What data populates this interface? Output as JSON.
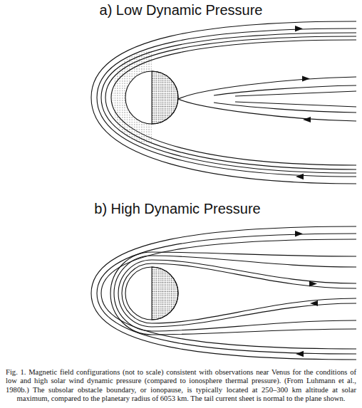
{
  "diagram": {
    "caption": "Fig. 1. Magnetic field configurations (not to scale) consistent with observations near Venus for the conditions of low and high solar wind dynamic pressure (compared to ionosphere thermal pressure). (From Luhmann et al., 1980b.) The subsolar obstacle boundary, or ionopause, is typically located at 250–300 km altitude at solar maximum, compared to the planetary radius of 6053 km. The tail current sheet is normal to the plane shown.",
    "labels": [
      "a) Low Dynamic Pressure",
      "b) High Dynamic Pressure"
    ]
  }
}
